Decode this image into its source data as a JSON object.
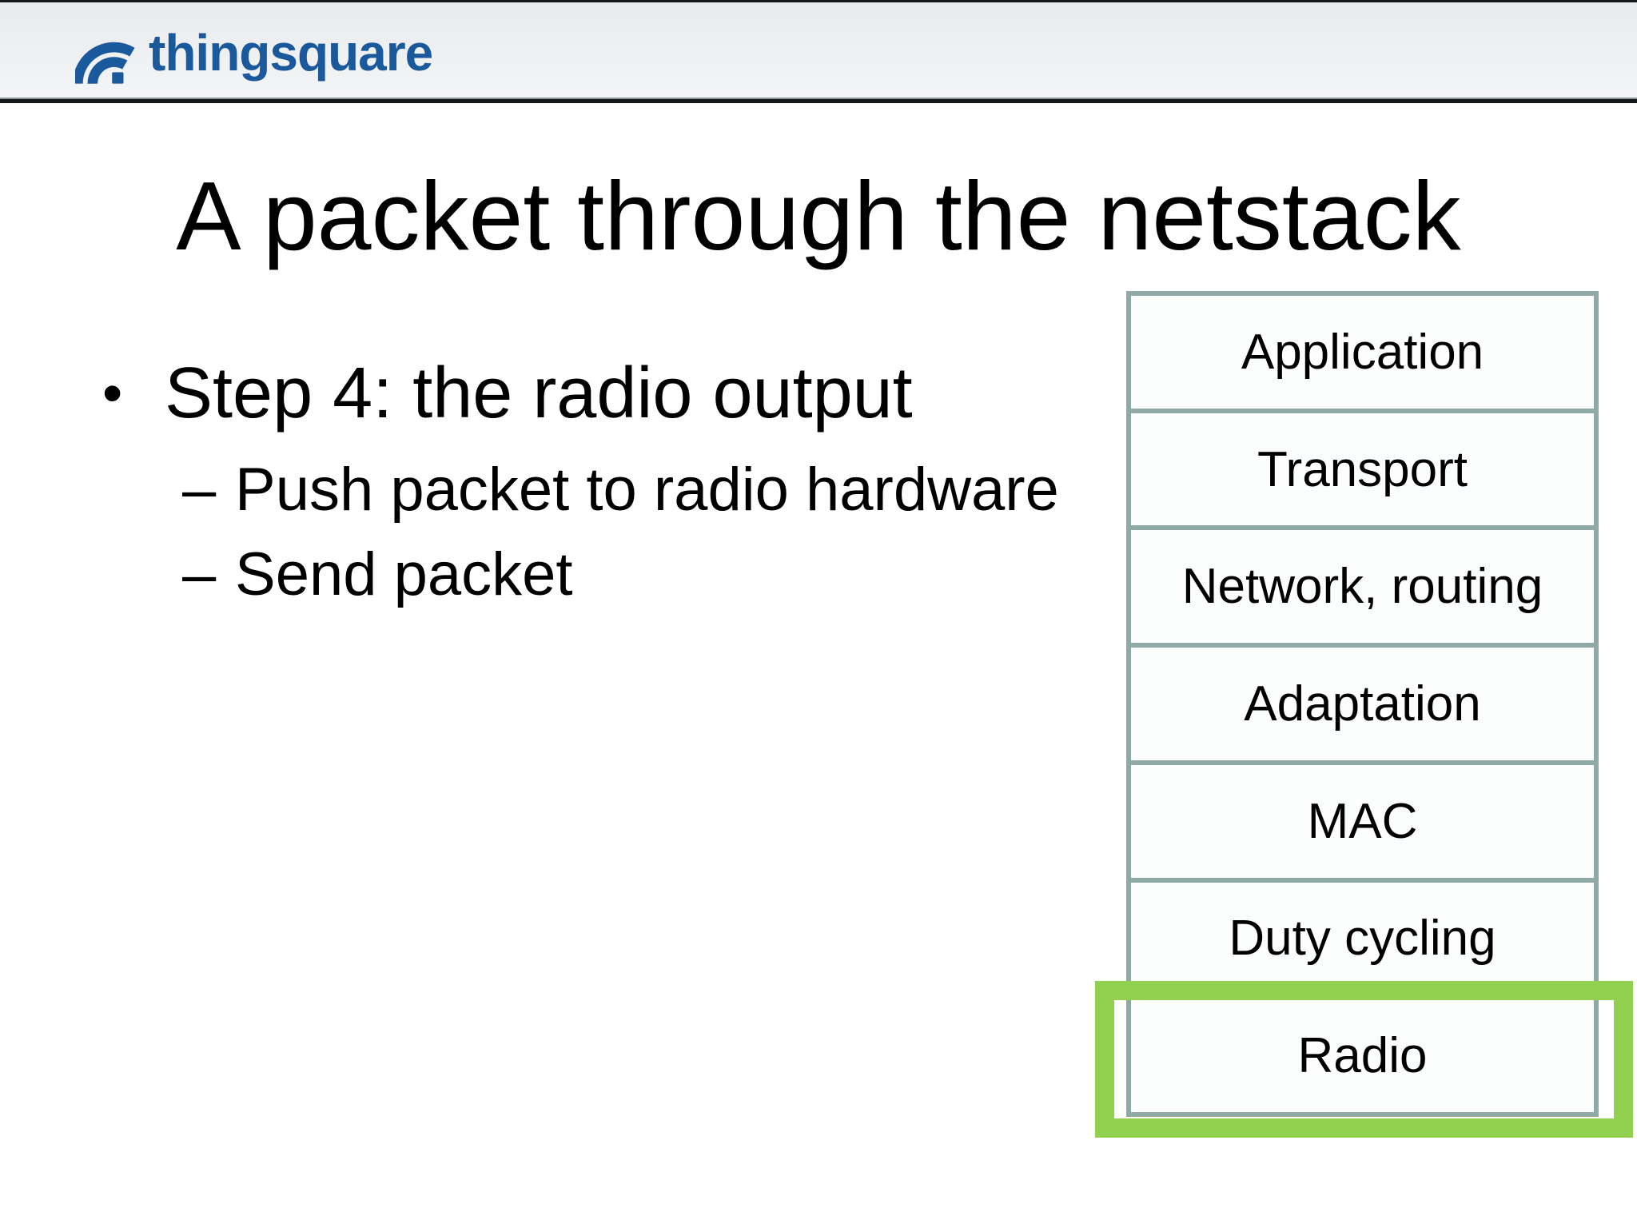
{
  "header": {
    "logo_text": "thingsquare",
    "logo_color": "#1a599c",
    "logo_icon": "wifi-arcs-icon",
    "bar_color_top": "#e8eaed",
    "bar_color_bottom": "#f4f5f7",
    "separator_color": "#15181b"
  },
  "title": "A packet through the netstack",
  "bullets": {
    "level1_marker": "•",
    "level1": "Step 4: the radio output",
    "sub_marker": "–",
    "sub1": "Push packet to radio hardware",
    "sub2": "Send packet"
  },
  "stack": {
    "border_color": "#8ea9a6",
    "fill_color": "#fcfdfd",
    "layers": [
      "Application",
      "Transport",
      "Network, routing",
      "Adaptation",
      "MAC",
      "Duty cycling",
      "Radio"
    ],
    "highlight": {
      "layer": "Radio",
      "color": "#92d050"
    }
  }
}
